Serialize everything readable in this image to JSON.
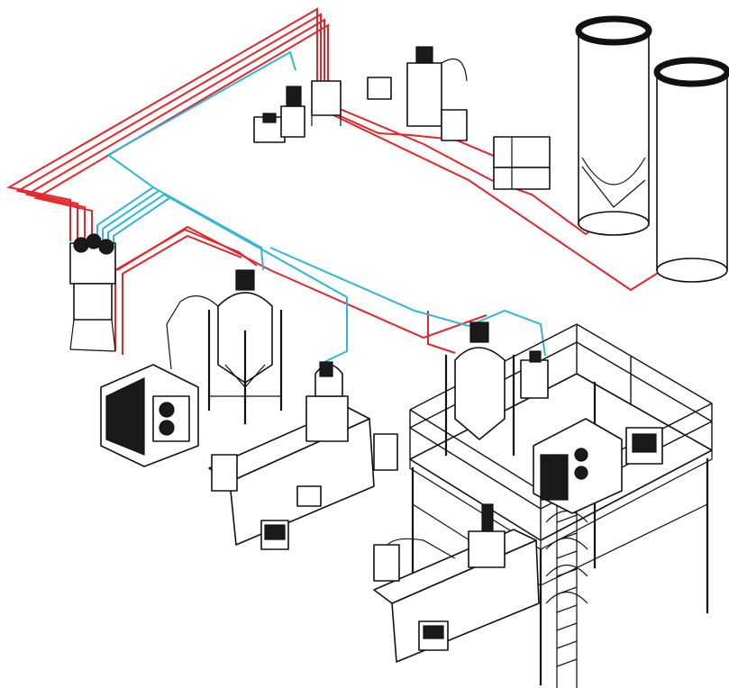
{
  "colors": {
    "background": "#ffffff",
    "equipment_outline": "#111111",
    "vacuum_line_red": "#e3262d",
    "material_line_blue": "#2fb7d6"
  },
  "components": [
    {
      "name": "storage-silo",
      "count": 2
    },
    {
      "name": "central-vacuum-station",
      "count": 1
    },
    {
      "name": "material-distribution-station",
      "count": 1
    },
    {
      "name": "central-drying-hopper",
      "count": 2
    },
    {
      "name": "dehumidifier-dryer",
      "count": 2
    },
    {
      "name": "injection-molding-machine",
      "count": 2
    },
    {
      "name": "steel-mezzanine-platform",
      "count": 1
    }
  ]
}
